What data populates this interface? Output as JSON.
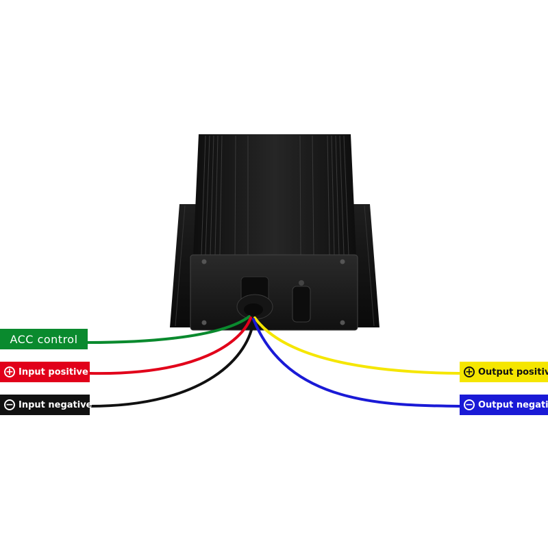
{
  "labels": {
    "acc_control": "ACC control",
    "input_positive": "Input positive",
    "input_negative": "Input negative",
    "output_positive": "Output positive",
    "output_negative": "Output negative",
    "plus_symbol": "+",
    "minus_symbol": "−"
  },
  "colors": {
    "acc_wire": "#0a8a2e",
    "input_positive_wire": "#e1001a",
    "input_negative_wire": "#111111",
    "output_positive_wire": "#f5e600",
    "output_negative_wire": "#1a1ad6",
    "housing": "#1b1b1b"
  }
}
